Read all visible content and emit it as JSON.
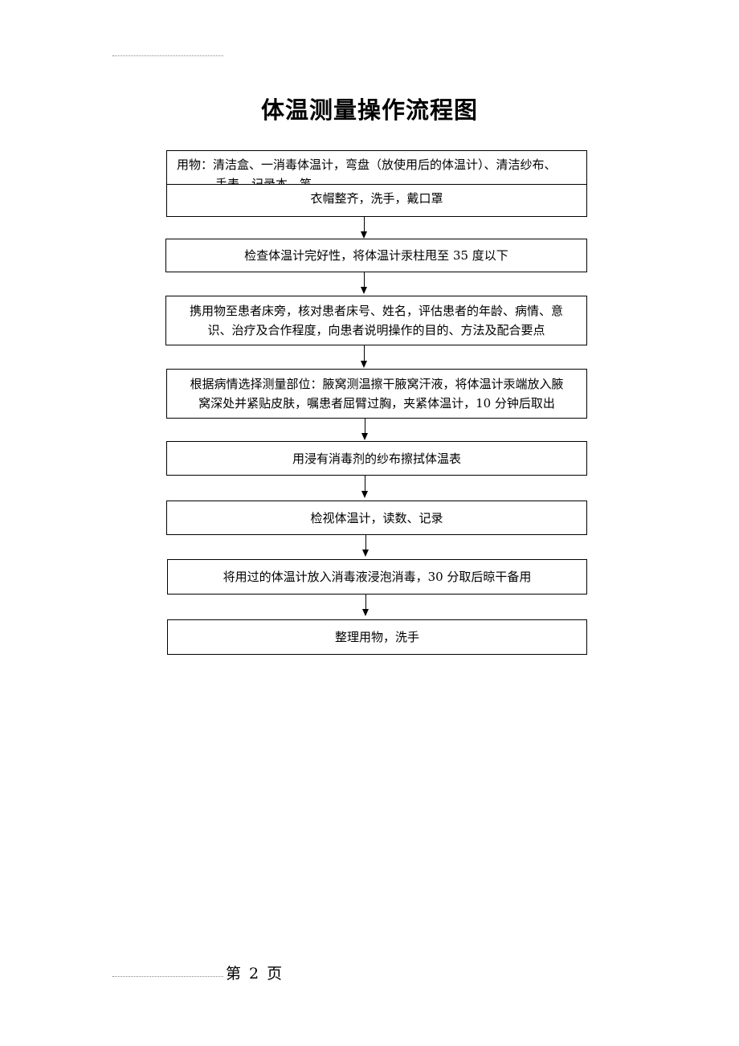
{
  "title": "体温测量操作流程图",
  "materials": {
    "line1": "用物：清洁盒、一消毒体温计，弯盘（放使用后的体温计）、清洁纱布、",
    "line2": "手表、记录本、笔"
  },
  "steps": [
    {
      "lines": [
        "衣帽整齐，洗手，戴口罩"
      ]
    },
    {
      "lines": [
        "检查体温计完好性，将体温计汞柱甩至 35 度以下"
      ]
    },
    {
      "lines": [
        "携用物至患者床旁，核对患者床号、姓名，评估患者的年龄、病情、意",
        "识、治疗及合作程度，向患者说明操作的目的、方法及配合要点"
      ]
    },
    {
      "lines": [
        "根据病情选择测量部位：腋窝测温擦干腋窝汗液，将体温计汞端放入腋",
        "窝深处并紧贴皮肤，嘱患者屈臂过胸，夹紧体温计，10 分钟后取出"
      ]
    },
    {
      "lines": [
        "用浸有消毒剂的纱布擦拭体温表"
      ]
    },
    {
      "lines": [
        "检视体温计，读数、记录"
      ]
    },
    {
      "lines": [
        "将用过的体温计放入消毒液浸泡消毒，30 分取后晾干备用"
      ]
    },
    {
      "lines": [
        "整理用物，洗手"
      ]
    }
  ],
  "footer": {
    "page_label": "第 2 页"
  }
}
